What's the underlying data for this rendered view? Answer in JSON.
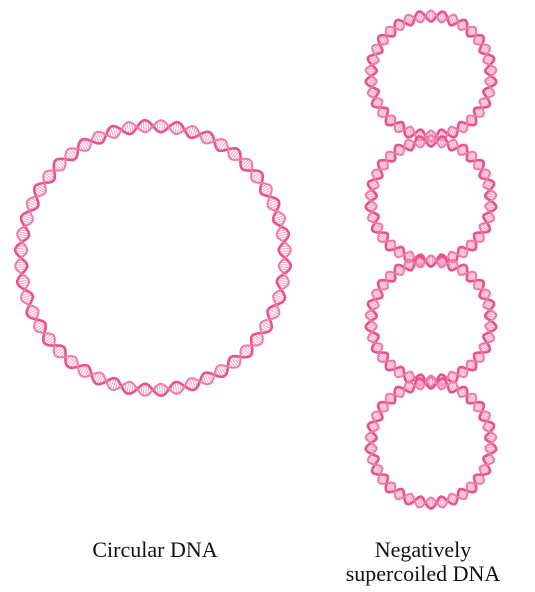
{
  "captions": {
    "circular": "Circular DNA",
    "supercoiled_line1": "Negatively",
    "supercoiled_line2": "supercoiled DNA"
  },
  "colors": {
    "strand_a": "#e8528e",
    "strand_b": "#f07aa9",
    "rung": "#f4a3c3"
  },
  "diagram": {
    "left_structure": "relaxed circular DNA double helix",
    "right_structure": "negatively supercoiled DNA drawn as four stacked helical loops",
    "supercoil_loops": 4
  }
}
